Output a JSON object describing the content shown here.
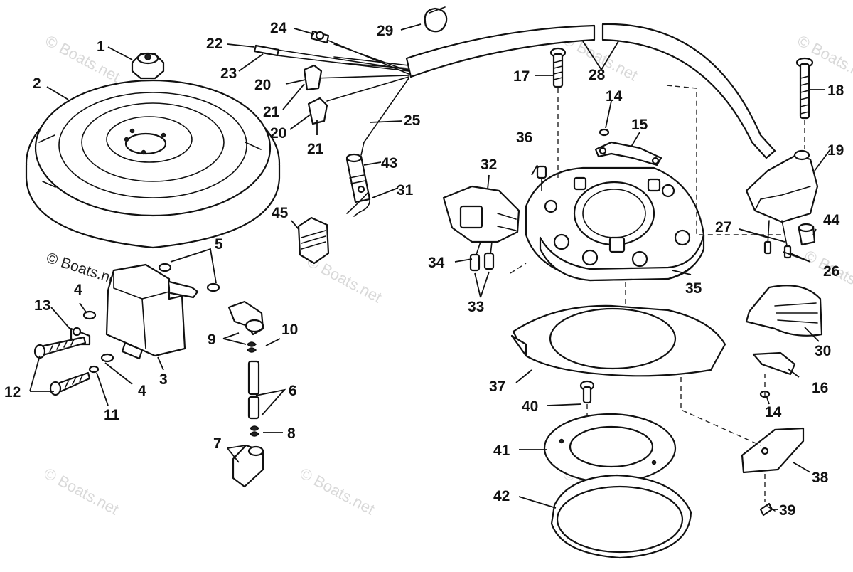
{
  "watermark": {
    "main": "© Boats.net",
    "faint": "© Boats.net"
  },
  "callouts": [
    {
      "id": "1",
      "label": "1"
    },
    {
      "id": "2",
      "label": "2"
    },
    {
      "id": "3",
      "label": "3"
    },
    {
      "id": "4a",
      "label": "4"
    },
    {
      "id": "4b",
      "label": "4"
    },
    {
      "id": "5",
      "label": "5"
    },
    {
      "id": "6",
      "label": "6"
    },
    {
      "id": "7",
      "label": "7"
    },
    {
      "id": "8",
      "label": "8"
    },
    {
      "id": "9",
      "label": "9"
    },
    {
      "id": "10",
      "label": "10"
    },
    {
      "id": "11",
      "label": "11"
    },
    {
      "id": "12",
      "label": "12"
    },
    {
      "id": "13",
      "label": "13"
    },
    {
      "id": "14a",
      "label": "14"
    },
    {
      "id": "14b",
      "label": "14"
    },
    {
      "id": "15",
      "label": "15"
    },
    {
      "id": "16",
      "label": "16"
    },
    {
      "id": "17",
      "label": "17"
    },
    {
      "id": "18",
      "label": "18"
    },
    {
      "id": "19",
      "label": "19"
    },
    {
      "id": "20a",
      "label": "20"
    },
    {
      "id": "20b",
      "label": "20"
    },
    {
      "id": "21a",
      "label": "21"
    },
    {
      "id": "21b",
      "label": "21"
    },
    {
      "id": "22",
      "label": "22"
    },
    {
      "id": "23",
      "label": "23"
    },
    {
      "id": "24",
      "label": "24"
    },
    {
      "id": "25",
      "label": "25"
    },
    {
      "id": "26",
      "label": "26"
    },
    {
      "id": "27",
      "label": "27"
    },
    {
      "id": "28",
      "label": "28"
    },
    {
      "id": "29",
      "label": "29"
    },
    {
      "id": "30",
      "label": "30"
    },
    {
      "id": "31",
      "label": "31"
    },
    {
      "id": "32",
      "label": "32"
    },
    {
      "id": "33",
      "label": "33"
    },
    {
      "id": "34",
      "label": "34"
    },
    {
      "id": "35",
      "label": "35"
    },
    {
      "id": "36",
      "label": "36"
    },
    {
      "id": "37",
      "label": "37"
    },
    {
      "id": "38",
      "label": "38"
    },
    {
      "id": "39",
      "label": "39"
    },
    {
      "id": "40",
      "label": "40"
    },
    {
      "id": "41",
      "label": "41"
    },
    {
      "id": "42",
      "label": "42"
    },
    {
      "id": "43",
      "label": "43"
    },
    {
      "id": "44",
      "label": "44"
    },
    {
      "id": "45",
      "label": "45"
    }
  ]
}
